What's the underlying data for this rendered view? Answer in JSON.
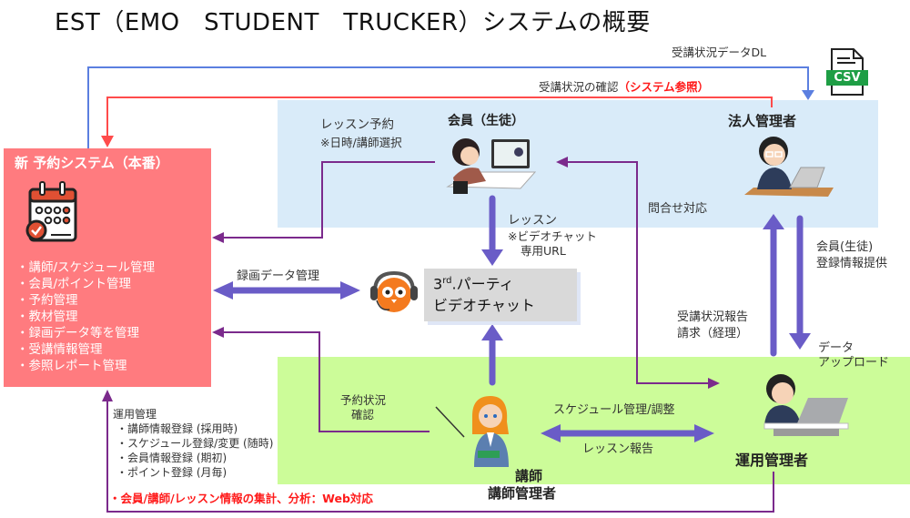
{
  "title": "EST（EMO　STUDENT　TRUCKER）システムの概要",
  "booking_system": {
    "title": "新 予約システム（本番）",
    "icon": "calendar-check-icon",
    "features": [
      "・講師/スケジュール管理",
      "・会員/ポイント管理",
      "・予約管理",
      "・教材管理",
      "・録画データ等を管理",
      "・受講情報管理",
      "・参照レポート管理"
    ]
  },
  "actors": {
    "member": "会員（生徒）",
    "corporate_admin": "法人管理者",
    "instructor": "講師",
    "instructor_admin": "講師管理者",
    "operations_admin": "運用管理者"
  },
  "video_chat": {
    "line1_prefix": "3",
    "line1_sup": "rd",
    "line1_rest": ".パーティ",
    "line2": "ビデオチャット",
    "icon": "owl-headset-icon"
  },
  "csv_icon": {
    "label": "CSV",
    "color": "#1e9e45"
  },
  "flows": {
    "attendance_download": "受講状況データDL",
    "attendance_check": "受講状況の確認",
    "attendance_check_system": "（システム参照）",
    "lesson_booking": "レッスン予約",
    "lesson_booking_note": "※日時/講師選択",
    "lesson": "レッスン",
    "lesson_note1": "※ビデオチャット",
    "lesson_note2": "専用URL",
    "recording_mgmt": "録画データ管理",
    "inquiry": "問合せ対応",
    "member_info_1": "会員(生徒)",
    "member_info_2": "登録情報提供",
    "attendance_report_1": "受講状況報告",
    "attendance_report_2": "請求（経理）",
    "data_upload_1": "データ",
    "data_upload_2": "アップロード",
    "booking_status_1": "予約状況",
    "booking_status_2": "確認",
    "schedule_mgmt": "スケジュール管理/調整",
    "lesson_report": "レッスン報告"
  },
  "operations": {
    "title": "運用管理",
    "items": [
      "・講師情報登録 (採用時)",
      "・スケジュール登録/変更 (随時)",
      "・会員情報登録 (期初)",
      "・ポイント登録 (月毎)"
    ],
    "web_note": "・会員/講師/レッスン情報の集計、分析：Web対応"
  },
  "colors": {
    "blue_line": "#5b7fe0",
    "red_line": "#ff4b4b",
    "purple_line": "#7b2a8c",
    "thick_arrow": "#6a5cc7",
    "system_box": "#ff7b7f",
    "member_zone": "#d9ebf9",
    "ops_zone": "#ccfc99"
  }
}
